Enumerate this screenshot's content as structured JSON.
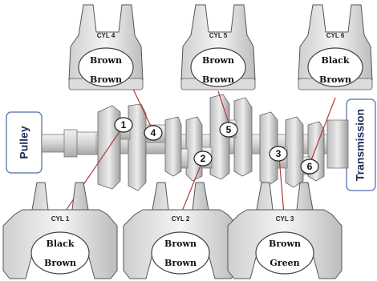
{
  "pulley_label": "Pulley",
  "transmission_label": "Transmission",
  "journals": [
    {
      "number": "1"
    },
    {
      "number": "2"
    },
    {
      "number": "3"
    },
    {
      "number": "4"
    },
    {
      "number": "5"
    },
    {
      "number": "6"
    }
  ],
  "rods": [
    {
      "id": "cyl4",
      "title": "CYL 4",
      "top": "Brown",
      "bottom": "Brown"
    },
    {
      "id": "cyl5",
      "title": "CYL 5",
      "top": "Brown",
      "bottom": "Brown"
    },
    {
      "id": "cyl6",
      "title": "CYL 6",
      "top": "Black",
      "bottom": "Brown"
    },
    {
      "id": "cyl1",
      "title": "CYL 1",
      "top": "Black",
      "bottom": "Brown"
    },
    {
      "id": "cyl2",
      "title": "CYL 2",
      "top": "Brown",
      "bottom": "Brown"
    },
    {
      "id": "cyl3",
      "title": "CYL 3",
      "top": "Brown",
      "bottom": "Green"
    }
  ],
  "colors": {
    "leader_line": "#b03a3a",
    "side_box_border": "#6a86b8",
    "side_text": "#1f2f5a"
  }
}
